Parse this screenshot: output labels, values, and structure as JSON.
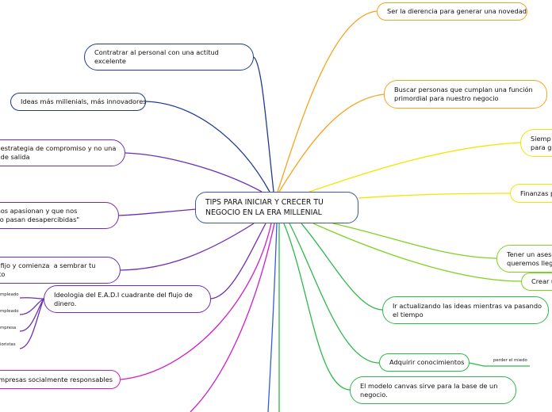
{
  "central": "TIPS PARA INICIAR Y CRECER TU\nNEGOCIO EN LA ERA MILLENIAL",
  "colors": {
    "orange": "#f7a31c",
    "yellow": "#f2e600",
    "light_green": "#7ed321",
    "green": "#2db84d",
    "navy": "#223a8f",
    "purple": "#6b2fb3",
    "magenta": "#d21ac7",
    "blue": "#2f5fe0"
  },
  "right_branches": [
    {
      "text": "Ser la dierencia para generar una novedad"
    },
    {
      "text": "Buscar personas que cumplan una función\nprimordial para nuestro negocio"
    },
    {
      "text": "Siemp\npara g"
    },
    {
      "text": "Finanzas p"
    },
    {
      "text": "Tener un aseso\nqueremos lleg"
    },
    {
      "text": "Crear u"
    },
    {
      "text": "Ir actualizando las ideas mientras va pasando\nel tiempo"
    },
    {
      "text": "Adquirir conocimientos",
      "subtopic": "perder el miedo"
    },
    {
      "text": "El modelo canvas sirve para la base de un\nnegocio."
    }
  ],
  "left_branches": [
    {
      "text": "Contratrar al personal con una actitud\nexcelente"
    },
    {
      "text": "Ideas más millenials, más innovadores"
    },
    {
      "text": "a estrategia de compromiso y no una\na de salida"
    },
    {
      "text": " nos apasionan y que nos\nico pasan desapercibidas\""
    },
    {
      "text": "o fijo y comienza  a sembrar tu\nnto"
    },
    {
      "text": "Ideologia del E.A.D.I cuadrante del flujo de\ndinero.",
      "subtopics": [
        "mpleado",
        "mpleado",
        "mpresa",
        "ioristas"
      ]
    },
    {
      "text": "Empresas socialmente responsables"
    }
  ]
}
